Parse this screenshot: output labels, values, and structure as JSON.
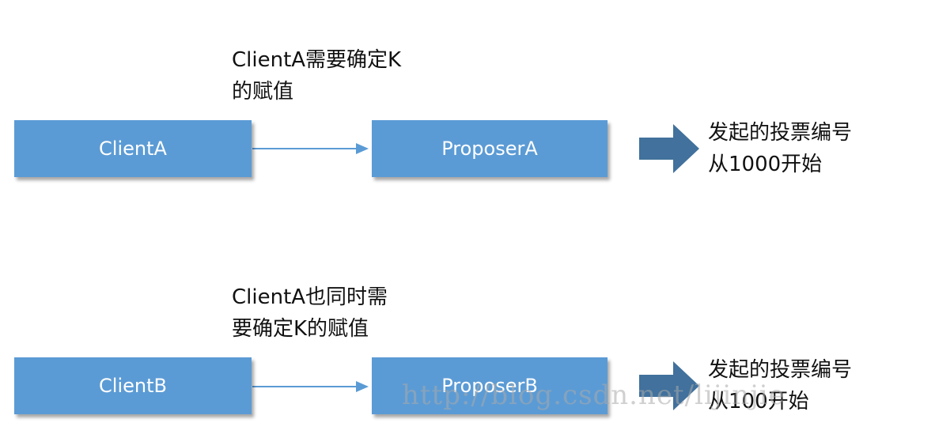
{
  "colors": {
    "box_fill": "#5b9bd5",
    "box_text": "#ffffff",
    "connector": "#5b9bd5",
    "big_arrow": "#41719c",
    "note_text": "#111111"
  },
  "rowA": {
    "note_line1": "ClientA需要确定K",
    "note_line2": "的赋值",
    "client_label": "ClientA",
    "proposer_label": "ProposerA",
    "result_line1": "发起的投票编号",
    "result_line2": "从1000开始"
  },
  "rowB": {
    "note_line1": "ClientA也同时需",
    "note_line2": "要确定K的赋值",
    "client_label": "ClientB",
    "proposer_label": "ProposerB",
    "result_line1": "发起的投票编号",
    "result_line2": "从100开始"
  },
  "watermark": "http://blog.csdn.net/lijinjie"
}
